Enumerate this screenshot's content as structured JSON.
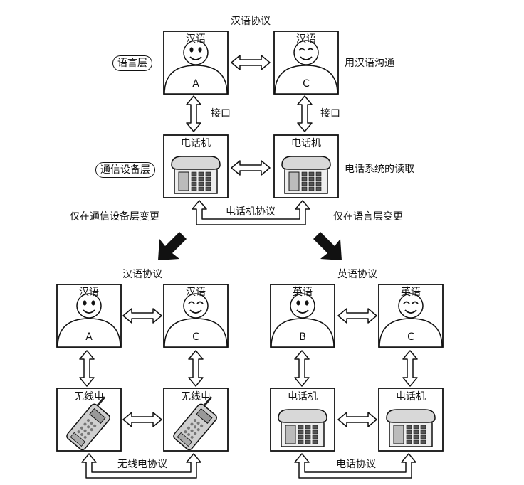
{
  "top": {
    "protocol_label": "汉语协议",
    "layer_language_label": "语言层",
    "layer_device_label": "通信设备层",
    "left_person": {
      "language": "汉语",
      "id": "A"
    },
    "right_person": {
      "language": "汉语",
      "id": "C"
    },
    "right_note_language": "用汉语沟通",
    "interface_left": "接口",
    "interface_right": "接口",
    "left_device": "电话机",
    "right_device": "电话机",
    "right_note_device": "电话系统的读取",
    "device_protocol": "电话机协议",
    "change_left": "仅在通信设备层变更",
    "change_right": "仅在语言层变更"
  },
  "bottom_left": {
    "protocol_label": "汉语协议",
    "left_person": {
      "language": "汉语",
      "id": "A"
    },
    "right_person": {
      "language": "汉语",
      "id": "C"
    },
    "left_device": "无线电",
    "right_device": "无线电",
    "device_protocol": "无线电协议"
  },
  "bottom_right": {
    "protocol_label": "英语协议",
    "left_person": {
      "language": "英语",
      "id": "B"
    },
    "right_person": {
      "language": "英语",
      "id": "C"
    },
    "left_device": "电话机",
    "right_device": "电话机",
    "device_protocol": "电话协议"
  }
}
